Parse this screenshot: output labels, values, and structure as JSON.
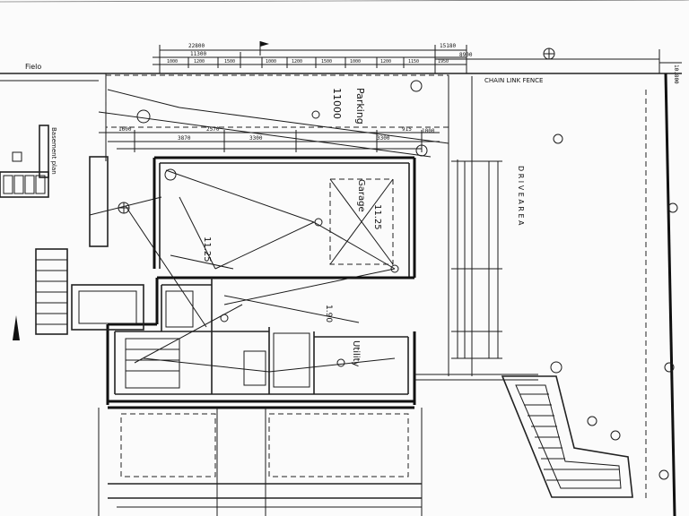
{
  "labels": {
    "field": "Fielo",
    "parking": "Parking",
    "parking_area": "11000",
    "garage": "Garage",
    "garage_area": "11.25",
    "room_area": "11.25",
    "utility": "Utility",
    "utility_area": "1.90",
    "chain_fence": "CHAIN LINK FENCE",
    "drive": "D R I V E   A R E A",
    "basement": "Basement plan"
  },
  "dimensions": {
    "top_left": "22800",
    "top_mid": "11300",
    "top_right": "15180",
    "top_far": "8900",
    "row2": [
      "1000",
      "1200",
      "1500",
      "1000",
      "1200",
      "1500",
      "1000",
      "1200",
      "1150",
      "1950"
    ],
    "d_1600": "1600",
    "d_3870": "3870",
    "d_2570": "2570",
    "d_3300a": "3300",
    "d_3300b": "3300",
    "d_915": "915",
    "d_1000": "1000",
    "d_10800": "10.800"
  }
}
